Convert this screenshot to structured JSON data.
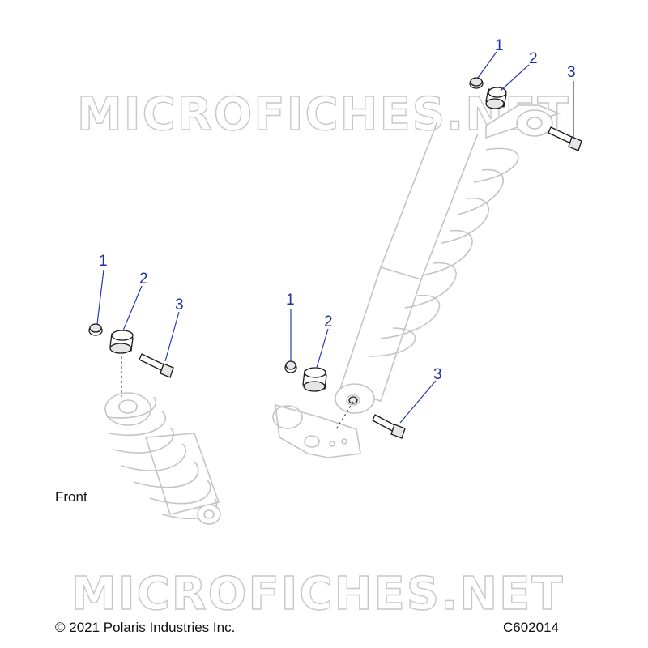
{
  "watermark": "MICROFICHES.NET",
  "front_label": "Front",
  "copyright": "© 2021 Polaris Industries Inc.",
  "diagram_code": "C602014",
  "callouts": {
    "top_right": [
      "1",
      "2",
      "3"
    ],
    "left": [
      "1",
      "2",
      "3"
    ],
    "middle": [
      "1",
      "2",
      "3"
    ]
  },
  "colors": {
    "callout": "#1f2f9e",
    "ghost": "#c4c4c4",
    "watermark": "#c8c8c8"
  }
}
